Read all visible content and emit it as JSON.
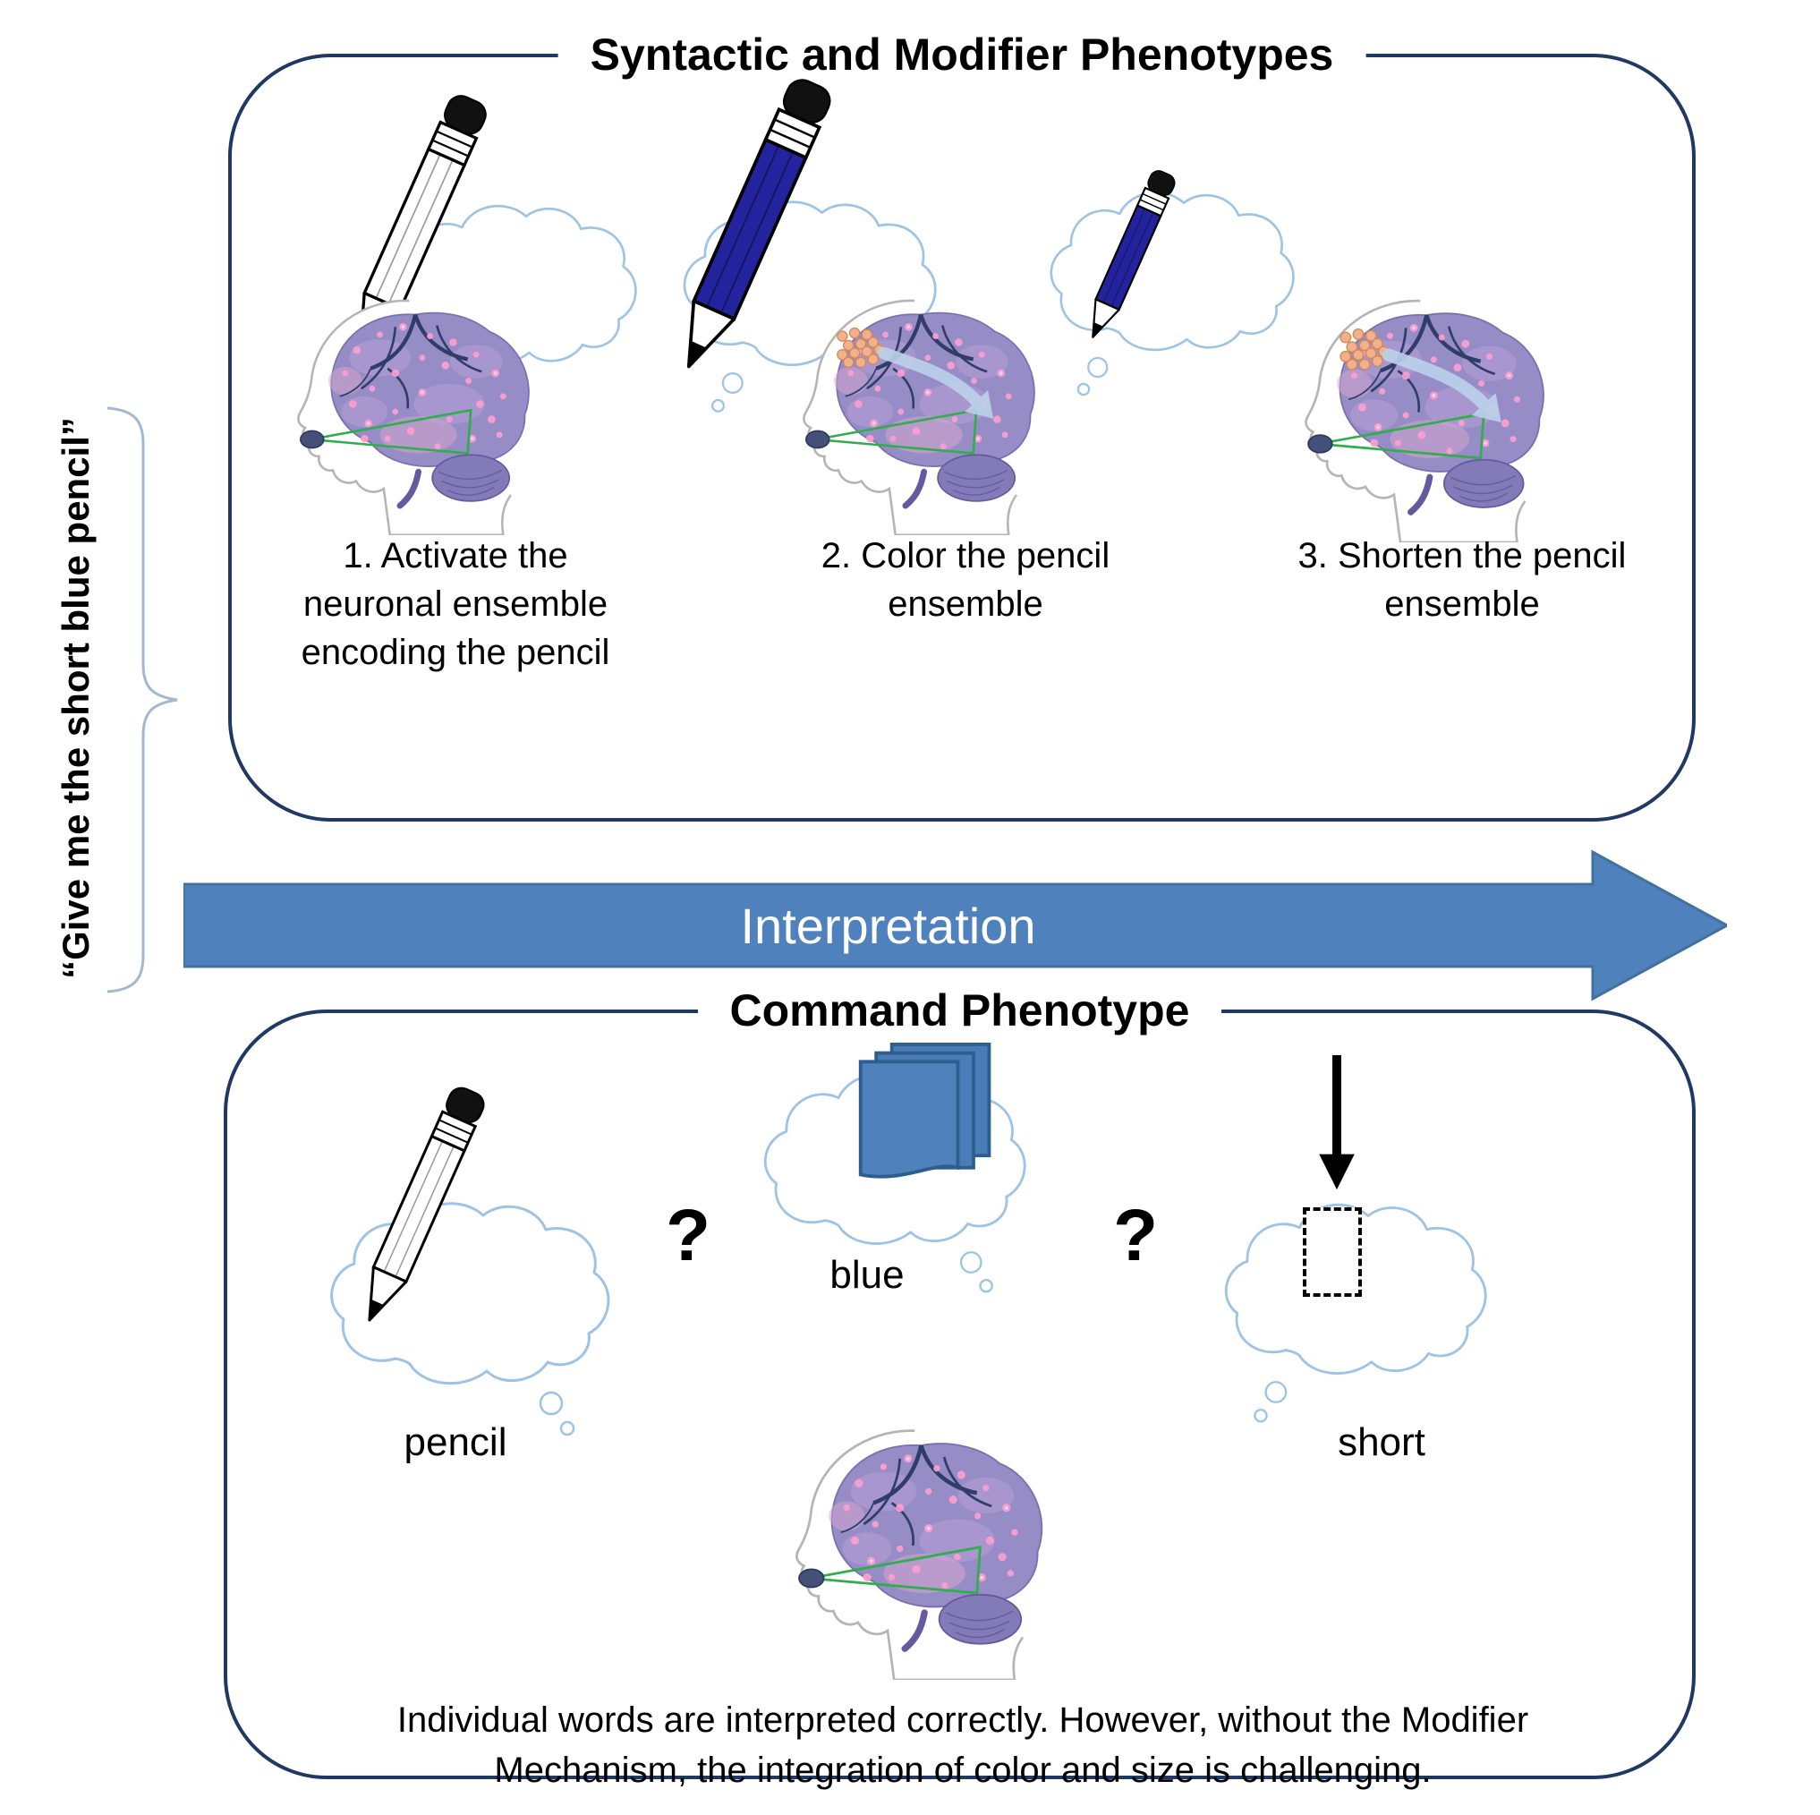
{
  "quote": "“Give me the short blue pencil”",
  "top_panel": {
    "title": "Syntactic and Modifier Phenotypes",
    "steps": [
      {
        "caption": "1. Activate the\nneuronal ensemble\nencoding the pencil"
      },
      {
        "caption": "2. Color the pencil\nensemble"
      },
      {
        "caption": "3. Shorten the pencil\nensemble"
      }
    ]
  },
  "arrow": {
    "label": "Interpretation"
  },
  "bottom_panel": {
    "title": "Command Phenotype",
    "separator": "?",
    "concepts": [
      {
        "label": "pencil"
      },
      {
        "label": "blue"
      },
      {
        "label": "short"
      }
    ],
    "caption": "Individual words are interpreted correctly. However, without the Modifier\nMechanism, the integration of color and size is challenging."
  },
  "colors": {
    "panel_border": "#1f3864",
    "accent_blue": "#4f81bd",
    "pencil_blue": "#23239e",
    "cloud_outline": "#9dc3e6",
    "brain_purple": "#968cc6",
    "ensemble_green": "#2fae4a",
    "cluster_orange": "#f3b08a"
  }
}
